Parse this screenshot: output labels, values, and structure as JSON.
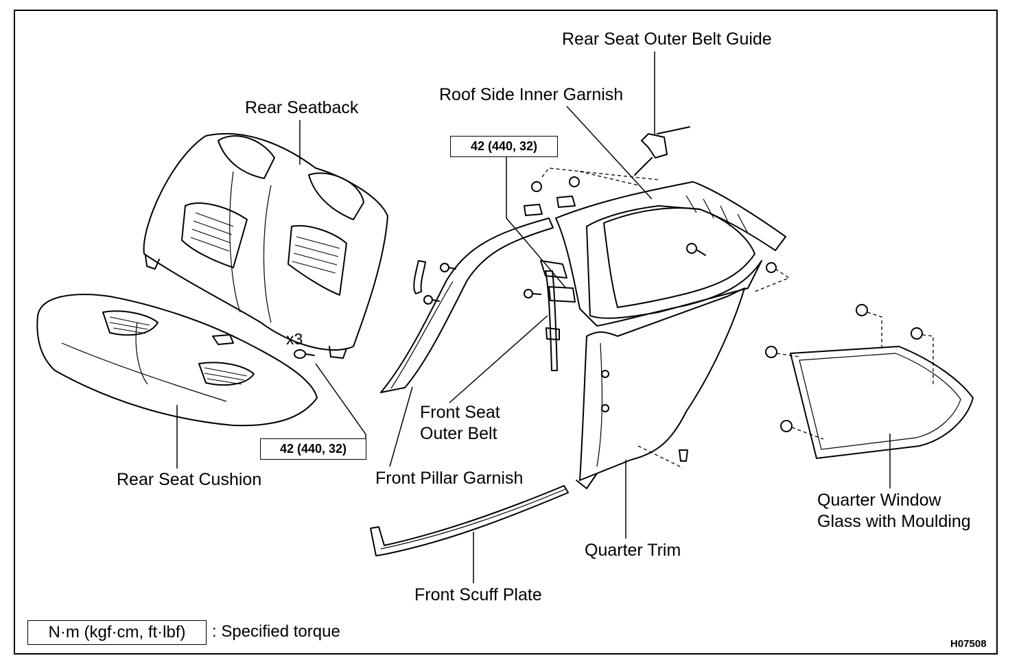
{
  "labels": {
    "rear_seat_outer_belt_guide": "Rear Seat Outer Belt Guide",
    "roof_side_inner_garnish": "Roof Side Inner Garnish",
    "rear_seatback": "Rear Seatback",
    "rear_seat_cushion": "Rear Seat Cushion",
    "front_seat_outer_belt_line1": "Front Seat",
    "front_seat_outer_belt_line2": "Outer Belt",
    "front_pillar_garnish": "Front Pillar Garnish",
    "quarter_window_line1": "Quarter Window",
    "quarter_window_line2": "Glass with Moulding",
    "quarter_trim": "Quarter Trim",
    "front_scuff_plate": "Front Scuff Plate"
  },
  "torque": {
    "upper": "42 (440, 32)",
    "lower": "42 (440, 32)"
  },
  "quantity": "x3",
  "legend": {
    "units": "N·m (kgf·cm, ft·lbf)",
    "description": ": Specified torque"
  },
  "figure_code": "H07508"
}
